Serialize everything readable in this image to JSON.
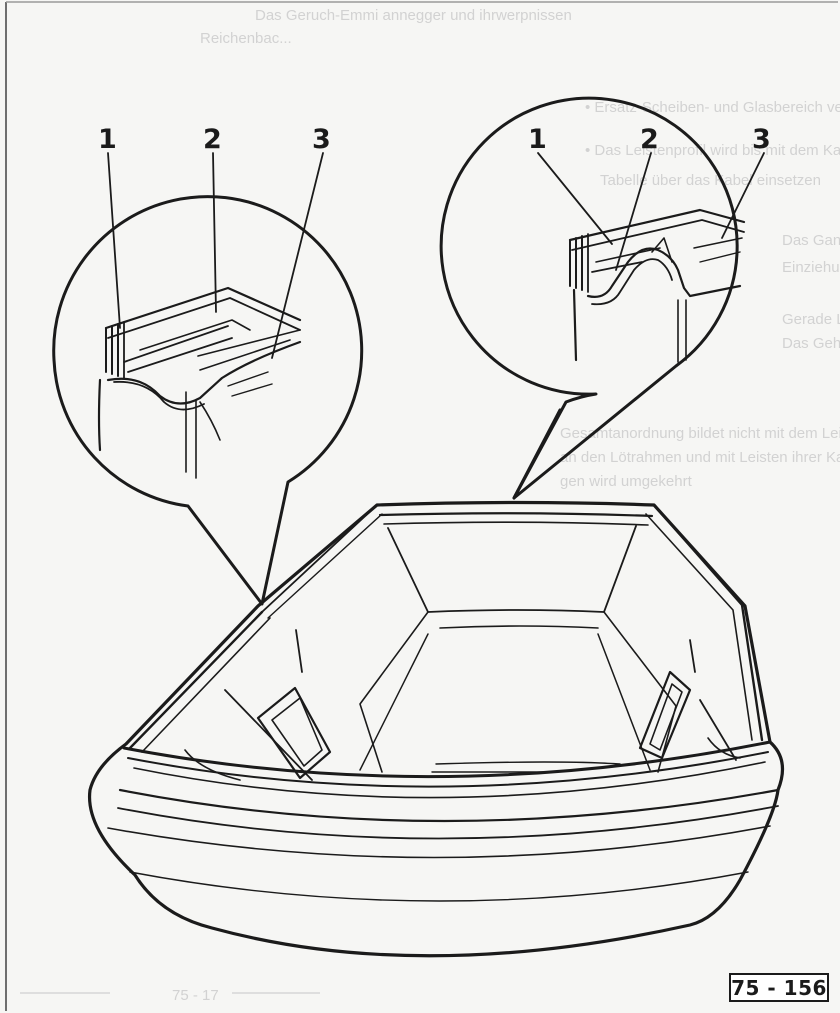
{
  "bleed_through": {
    "lines": [
      "Das Geruch-Emmi annegger und ihrwerpnissen",
      "Reichenbac...",
      "• Ersatz-Scheiben- und Glasbereich verwenden werden",
      "• Das Leistenprofil wird bis mit dem Kabelfaden Blech",
      "Tabelle über das Kabel einsetzen",
      "Das Ganze...",
      "Einziehung...",
      "Gerade Leistenprofil",
      "Das Gehäuse",
      "Gesamtanordnung bildet nicht mit dem Leisten Zusatz",
      "an den Lötrahmen und mit Leisten ihrer Kappen",
      "gen wird umgekehrt",
      "75 - 17"
    ]
  },
  "callouts_left": [
    "1",
    "2",
    "3"
  ],
  "callouts_right": [
    "1",
    "2",
    "3"
  ],
  "figure_reference": "75 - 156"
}
